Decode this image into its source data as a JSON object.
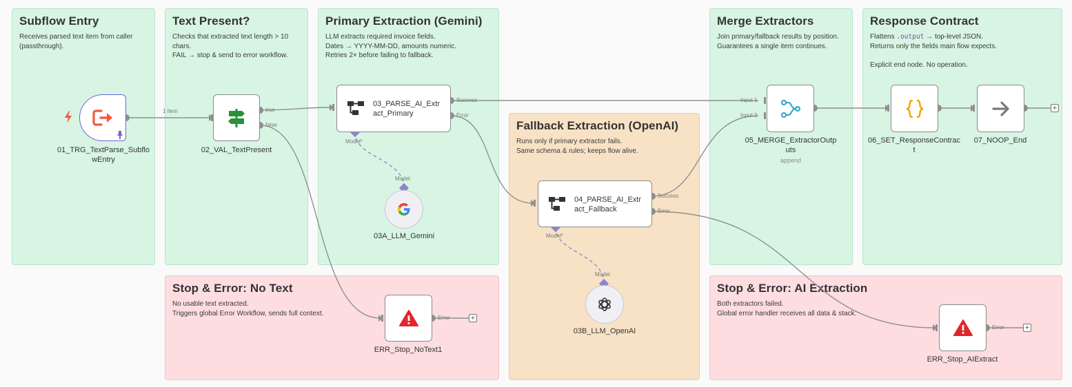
{
  "stickies": {
    "subflow_entry": {
      "title": "Subflow Entry",
      "body": "Receives parsed text item from caller\n(passthrough)."
    },
    "text_present": {
      "title": "Text Present?",
      "body": "Checks that extracted text length > 10\nchars.\nFAIL → stop & send to error workflow."
    },
    "primary_extraction": {
      "title": "Primary Extraction (Gemini)",
      "body": "LLM extracts required invoice fields.\nDates → YYYY-MM-DD, amounts numeric.\nRetries 2× before failing to fallback."
    },
    "merge_extractors": {
      "title": "Merge Extractors",
      "body": "Join primary/fallback results by position.\nGuarantees a single item continues."
    },
    "response_contract": {
      "title": "Response Contract",
      "body_prefix": "Flattens ",
      "body_code": ".output",
      "body_suffix": " → top-level JSON.\nReturns only the fields main flow expects.\n\nExplicit end node. No operation."
    },
    "fallback_extraction": {
      "title": "Fallback Extraction (OpenAI)",
      "body": "Runs only if primary extractor fails.\nSame schema & rules; keeps flow alive."
    },
    "stop_no_text": {
      "title": "Stop & Error: No Text",
      "body": "No usable text extracted.\nTriggers global Error Workflow, sends full context."
    },
    "stop_ai_extraction": {
      "title": "Stop & Error: AI Extraction",
      "body": "Both extractors failed.\nGlobal error handler receives all data & stack."
    }
  },
  "nodes": {
    "trigger": {
      "label": "01_TRG_TextParse_Subflo\nwEntry"
    },
    "validate": {
      "label": "02_VAL_TextPresent"
    },
    "parse_primary": {
      "title": "03_PARSE_AI_Extr\nact_Primary"
    },
    "gemini": {
      "label": "03A_LLM_Gemini"
    },
    "parse_fallback": {
      "title": "04_PARSE_AI_Extr\nact_Fallback"
    },
    "openai": {
      "label": "03B_LLM_OpenAI"
    },
    "merge": {
      "label": "05_MERGE_ExtractorOutp\nuts",
      "sub": "append"
    },
    "set_response": {
      "label": "06_SET_ResponseContrac\nt"
    },
    "noop_end": {
      "label": "07_NOOP_End"
    },
    "err_no_text": {
      "label": "ERR_Stop_NoText1"
    },
    "err_ai_extract": {
      "label": "ERR_Stop_AIExtract"
    }
  },
  "handles": {
    "one_item": "1 item",
    "true": "true",
    "false": "false",
    "success": "Success",
    "error": "Error",
    "model": "Model",
    "model_required": "Model*",
    "input1": "Input 1",
    "input2": "Input 2"
  },
  "colors": {
    "green_sticky": "#d8f5e4",
    "red_sticky": "#fddde0",
    "orange_sticky": "#f8e2c5",
    "trigger_accent": "#6d63d6",
    "error_red": "#e3242b",
    "merge_teal": "#37a8c9",
    "set_orange": "#f5a000"
  }
}
